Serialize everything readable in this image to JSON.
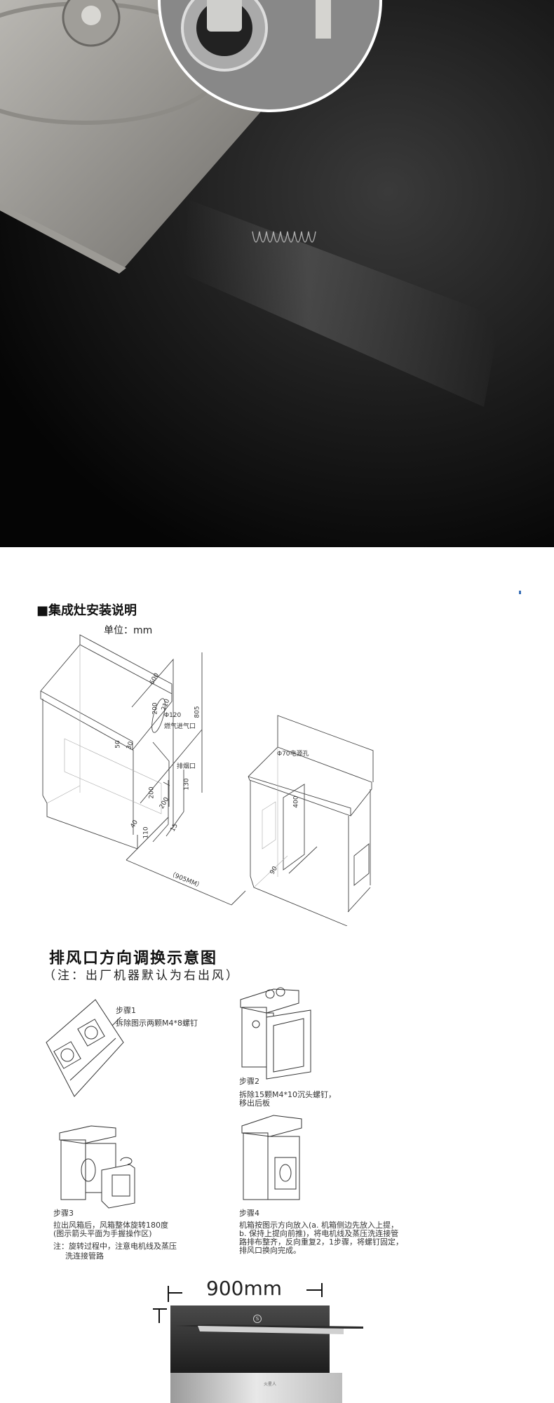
{
  "install": {
    "title": "■集成灶安装说明",
    "unit": "单位：mm",
    "dims": {
      "d600": "600",
      "d805": "805",
      "d200a": "200",
      "d210": "210",
      "phi120": "Φ120",
      "gas_inlet": "燃气进气口",
      "d50": "50",
      "d30": "30",
      "exhaust": "排烟口",
      "d130": "130",
      "d200b": "200",
      "d200c": "200",
      "d40": "40",
      "d110": "110",
      "d15": "15",
      "d905": "（905MM）",
      "phi70": "Φ70电源孔",
      "d400": "400",
      "d90": "90"
    }
  },
  "exhaust": {
    "title": "排风口方向调换示意图",
    "note": "（注：出厂机器默认为右出风）",
    "steps": [
      {
        "label": "步骤1",
        "lines": [
          "拆除图示两颗M4*8螺钉"
        ]
      },
      {
        "label": "步骤2",
        "lines": [
          "拆除15颗M4*10沉头螺钉，",
          "移出后板"
        ]
      },
      {
        "label": "步骤3",
        "lines": [
          "拉出风箱后，风箱整体旋转180度",
          "(图示箭头平面为手握操作区)"
        ],
        "note": [
          "注：旋转过程中，注意电机线及蒸压",
          "洗连接管路"
        ]
      },
      {
        "label": "步骤4",
        "lines": [
          "机箱按图示方向放入(a. 机箱侧边先放入上提，",
          "b. 保持上提向前推)，将电机线及蒸压洗连接管",
          "路排布整齐，反向重复2，1步骤，将螺钉固定，",
          "排风口换向完成。"
        ]
      }
    ]
  },
  "product": {
    "width_label": "900mm",
    "logo": "S",
    "brand": "火星人"
  }
}
